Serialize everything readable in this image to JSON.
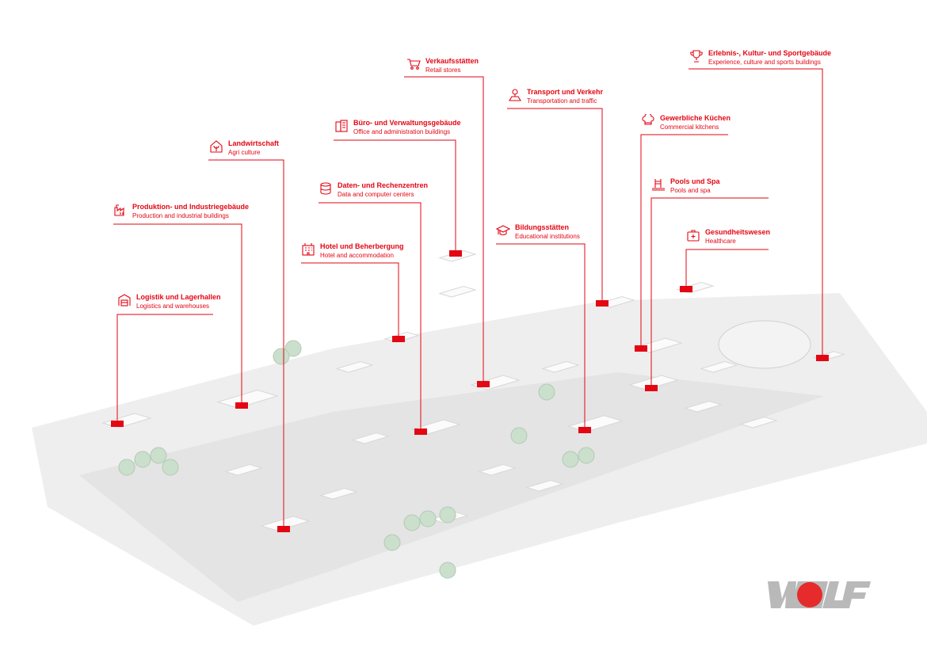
{
  "categories": [
    {
      "id": "retail",
      "title": "Verkaufsstätten",
      "subtitle": "Retail stores",
      "icon": "shopping-cart-icon"
    },
    {
      "id": "culture",
      "title": "Erlebnis-, Kultur- und Sportgebäude",
      "subtitle": "Experience, culture and sports buildings",
      "icon": "trophy-icon"
    },
    {
      "id": "transport",
      "title": "Transport und Verkehr",
      "subtitle": "Transportation and traffic",
      "icon": "map-pin-icon"
    },
    {
      "id": "office",
      "title": "Büro- und Verwaltungsgebäude",
      "subtitle": "Office and administration buildings",
      "icon": "office-building-icon"
    },
    {
      "id": "kitchen",
      "title": "Gewerbliche Küchen",
      "subtitle": "Commercial kitchens",
      "icon": "chef-hat-icon"
    },
    {
      "id": "agri",
      "title": "Landwirtschaft",
      "subtitle": "Agri culture",
      "icon": "greenhouse-plant-icon"
    },
    {
      "id": "pools",
      "title": "Pools und Spa",
      "subtitle": "Pools and spa",
      "icon": "pool-ladder-icon"
    },
    {
      "id": "data",
      "title": "Daten- und Rechenzentren",
      "subtitle": "Data and computer centers",
      "icon": "database-icon"
    },
    {
      "id": "production",
      "title": "Produktion- und Industriegebäude",
      "subtitle": "Production and industrial buildings",
      "icon": "factory-icon"
    },
    {
      "id": "education",
      "title": "Bildungsstätten",
      "subtitle": "Educational institutions",
      "icon": "graduation-cap-icon"
    },
    {
      "id": "health",
      "title": "Gesundheitswesen",
      "subtitle": "Healthcare",
      "icon": "first-aid-kit-icon"
    },
    {
      "id": "hotel",
      "title": "Hotel und Beherbergung",
      "subtitle": "Hotel and accommodation",
      "icon": "hotel-icon"
    },
    {
      "id": "logistics",
      "title": "Logistik und Lagerhallen",
      "subtitle": "Logistics and warehouses",
      "icon": "warehouse-icon"
    }
  ],
  "logo": {
    "text": "WOLF"
  },
  "colors": {
    "accent": "#e30613",
    "building": "#f2f2f2",
    "ground": "#e9e9e9",
    "tree": "#c9dccb"
  }
}
